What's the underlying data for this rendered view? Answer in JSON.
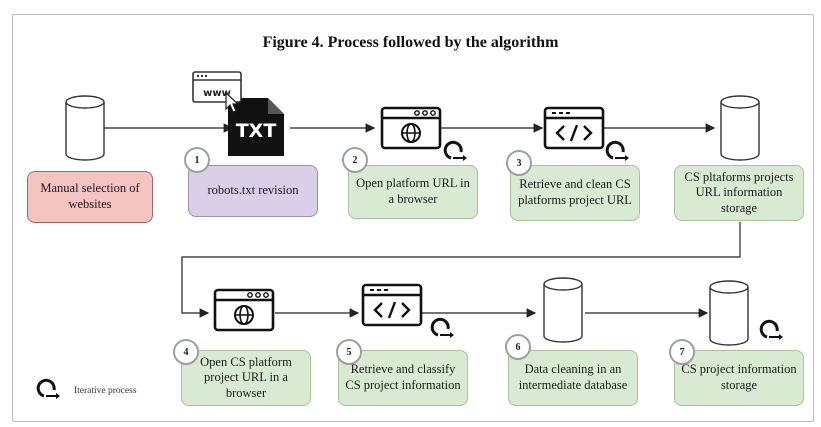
{
  "figure": {
    "title": "Figure 4. Process followed by the algorithm"
  },
  "txt_icon_label": "TXT",
  "www_icon_label": "www",
  "steps": [
    {
      "number": "",
      "text": "Manual selection of websites",
      "color": "#f5c4c0"
    },
    {
      "number": "1",
      "text": "robots.txt revision",
      "color": "#d9cfe9"
    },
    {
      "number": "2",
      "text": "Open platform URL in a browser",
      "color": "#d8ead2"
    },
    {
      "number": "3",
      "text": "Retrieve and clean CS platforms project URL",
      "color": "#d8ead2"
    },
    {
      "number": "",
      "text": "CS pltaforms projects URL information storage",
      "color": "#d8ead2"
    },
    {
      "number": "4",
      "text": "Open CS platform project URL in a browser",
      "color": "#d8ead2"
    },
    {
      "number": "5",
      "text": "Retrieve and classify CS project information",
      "color": "#d8ead2"
    },
    {
      "number": "6",
      "text": "Data cleaning in an intermediate database",
      "color": "#d8ead2"
    },
    {
      "number": "7",
      "text": "CS project information storage",
      "color": "#d8ead2"
    }
  ],
  "legend": {
    "iterative_label": "Iterative process"
  },
  "icons": [
    "database-icon",
    "robots-txt-icon",
    "browser-globe-icon",
    "code-window-icon",
    "iterative-arrow-icon"
  ]
}
